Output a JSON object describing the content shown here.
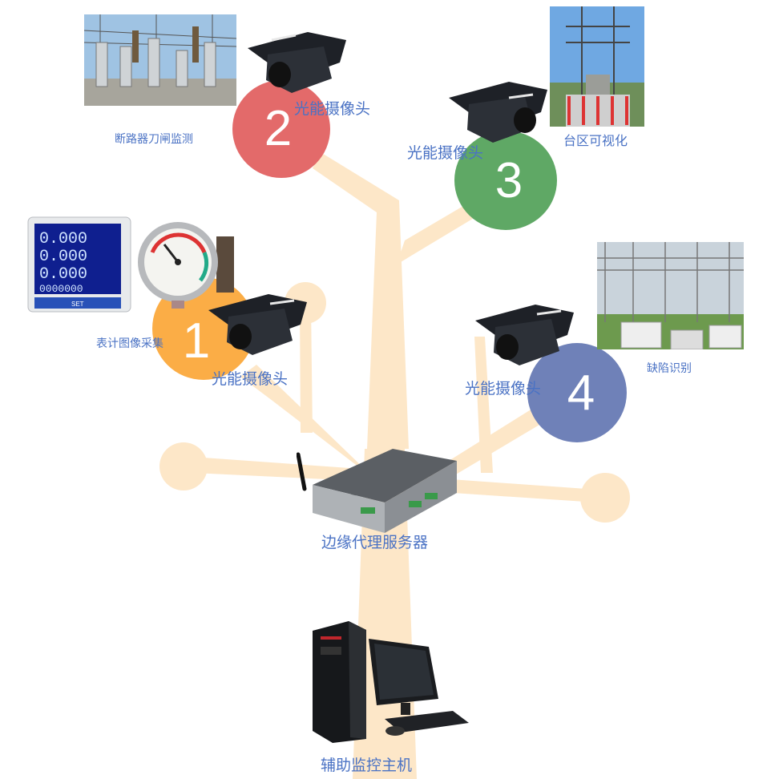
{
  "nodes": [
    {
      "number": "1",
      "camera_label": "光能摄像头",
      "function_label": "表计图像采集",
      "color": "#fbad46"
    },
    {
      "number": "2",
      "camera_label": "光能摄像头",
      "function_label": "断路器刀闸监测",
      "color": "#e36a6a"
    },
    {
      "number": "3",
      "camera_label": "光能摄像头",
      "function_label": "台区可视化",
      "color": "#5fa865"
    },
    {
      "number": "4",
      "camera_label": "光能摄像头",
      "function_label": "缺陷识别",
      "color": "#6f81b8"
    }
  ],
  "server": {
    "label": "边缘代理服务器"
  },
  "host": {
    "label": "辅助监控主机"
  },
  "tree_color": "#fde7c8",
  "label_color": "#4a72c4",
  "meter": {
    "readings": [
      "0.000",
      "0.000",
      "0.000",
      "0000000"
    ],
    "set_button": "SET"
  }
}
